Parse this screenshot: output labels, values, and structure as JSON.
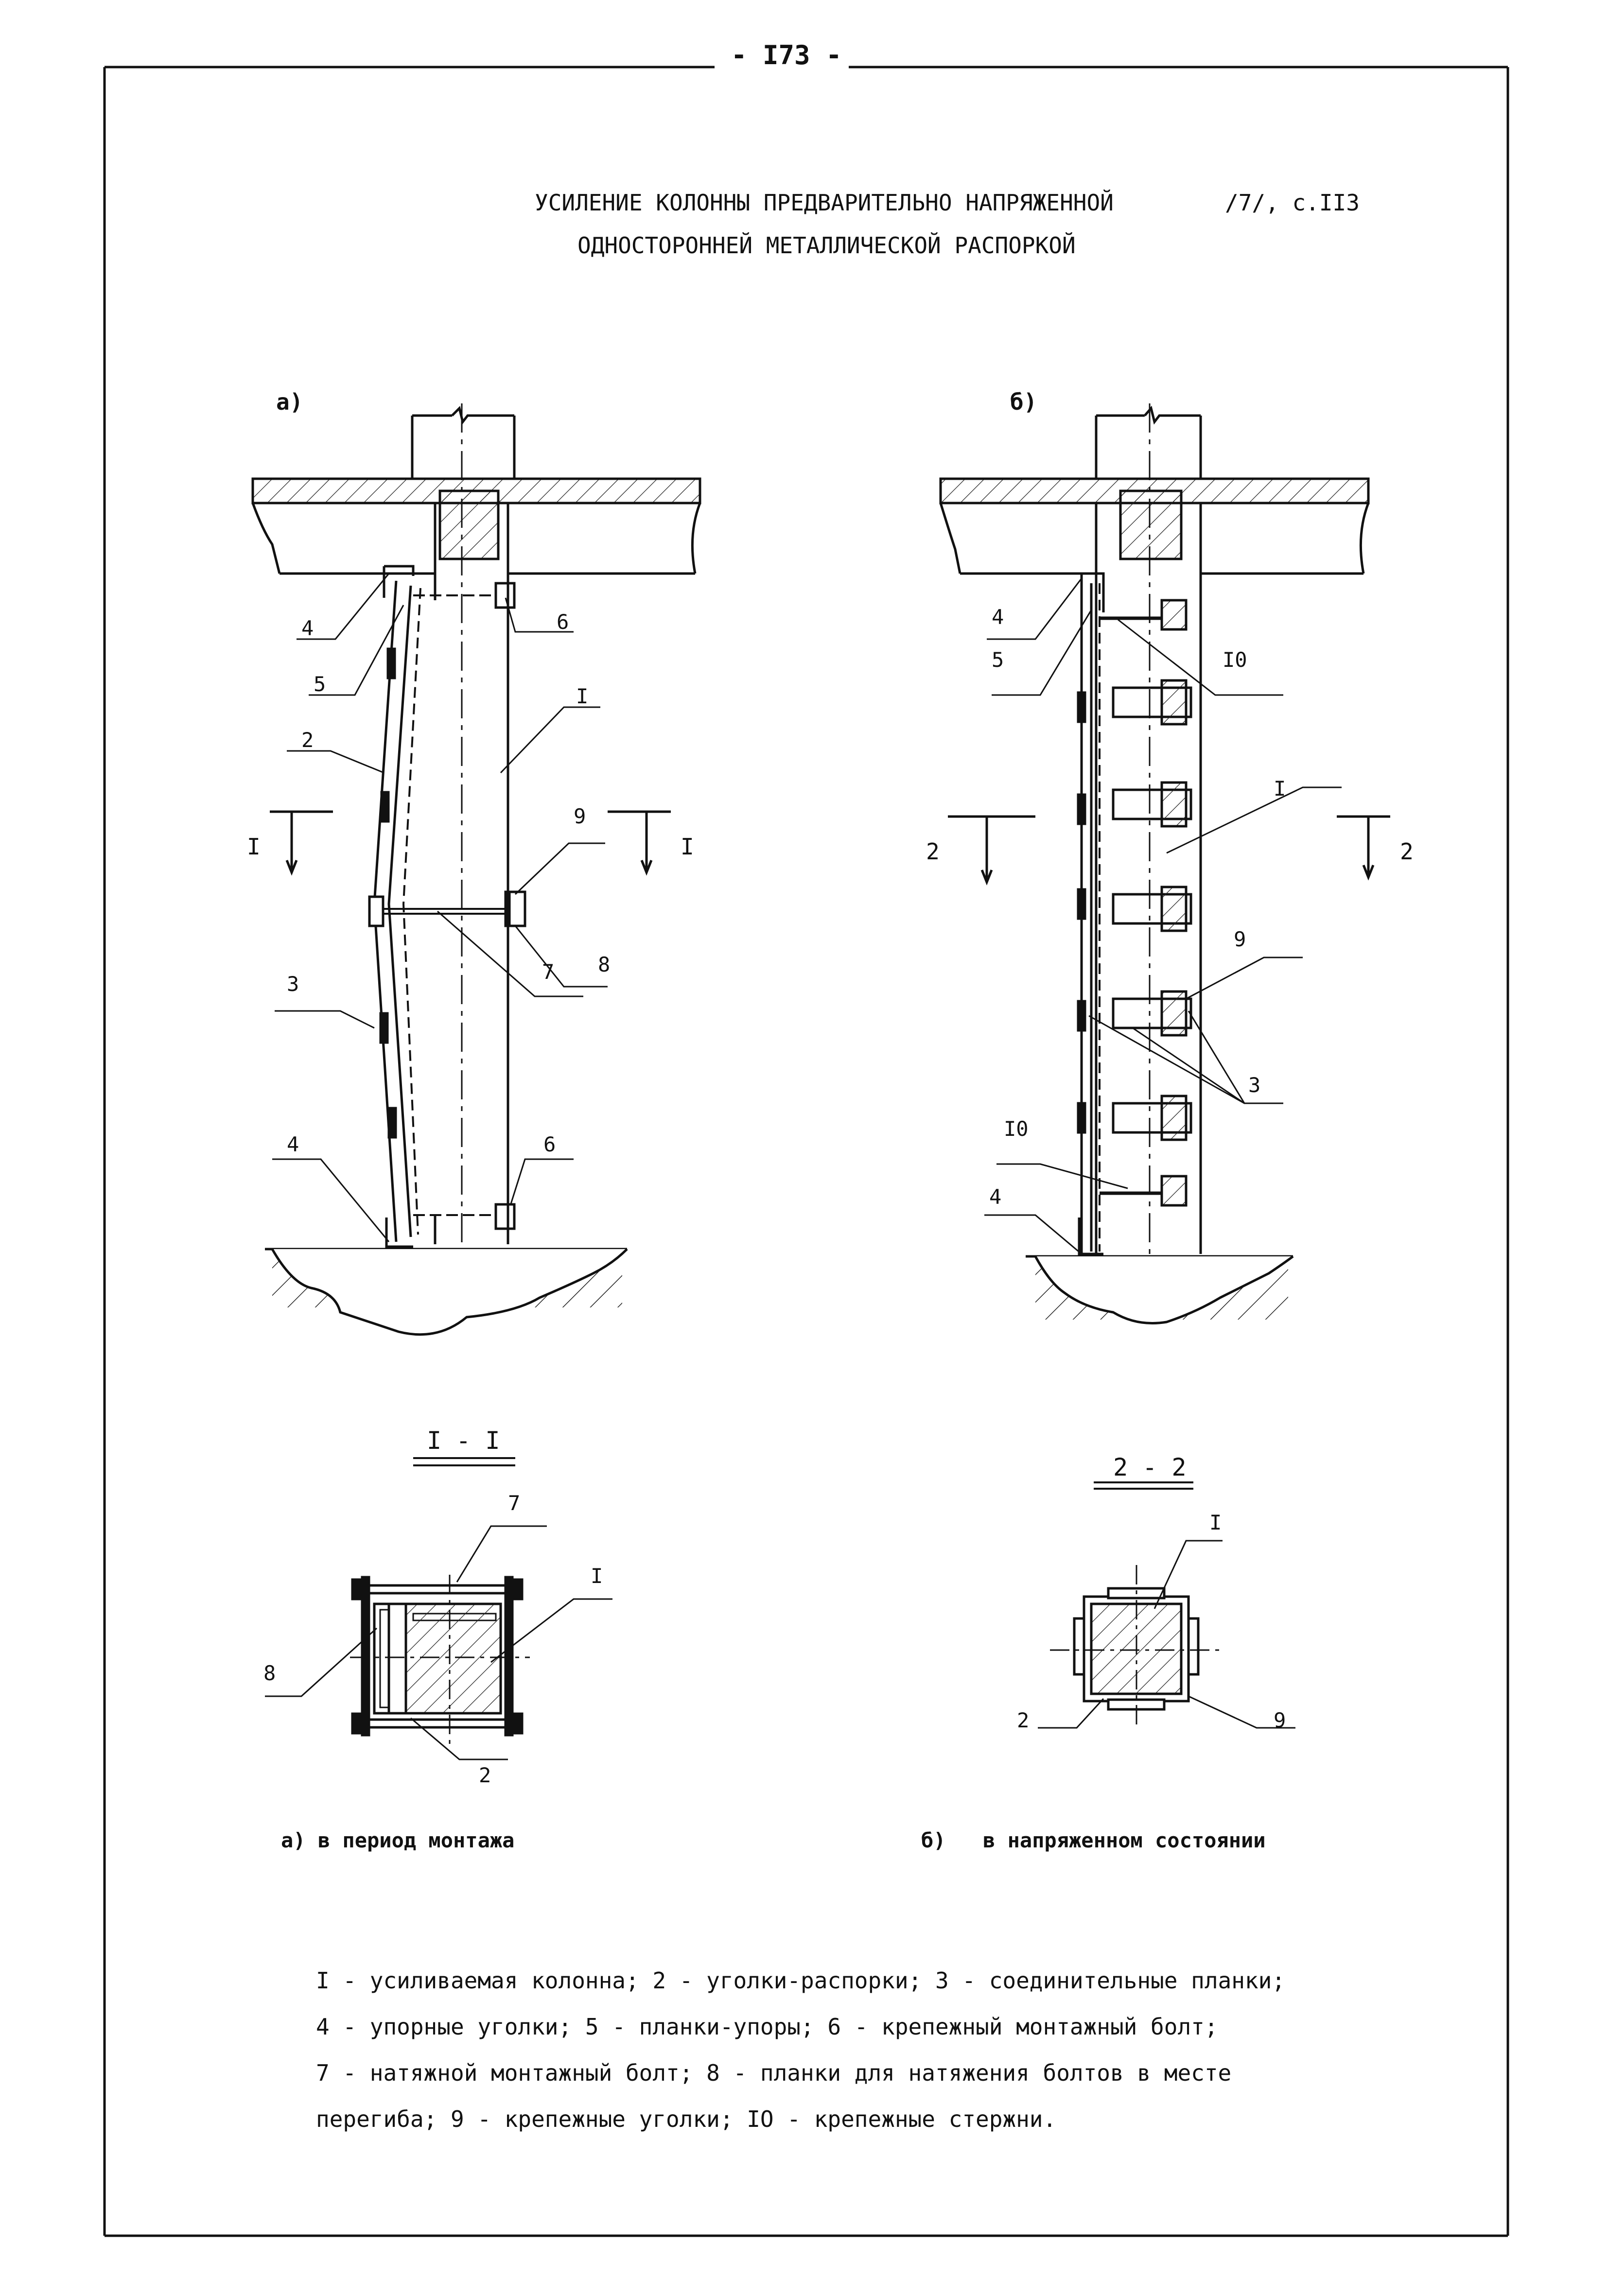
{
  "page_number": "- I73 -",
  "title": {
    "line1": "УСИЛЕНИЕ КОЛОННЫ ПРЕДВАРИТЕЛЬНО НАПРЯЖЕННОЙ",
    "line2": "ОДНОСТОРОННЕЙ МЕТАЛЛИЧЕСКОЙ РАСПОРКОЙ",
    "reference": "/7/, с.II3"
  },
  "figure_a": {
    "label": "а)",
    "section_mark": "I",
    "callouts": {
      "c4_top": "4",
      "c5": "5",
      "c6_top": "6",
      "c1": "I",
      "c2": "2",
      "c9": "9",
      "c7": "7",
      "c8": "8",
      "c3": "3",
      "c6_bottom": "6",
      "c4_bottom": "4"
    }
  },
  "figure_b": {
    "label": "б)",
    "section_mark": "2",
    "callouts": {
      "c4_top": "4",
      "c5": "5",
      "c10_top": "I0",
      "c1": "I",
      "c9": "9",
      "c3": "3",
      "c10_bottom": "I0",
      "c4_bottom": "4"
    }
  },
  "section_1": {
    "title": "I - I",
    "callouts": {
      "c7": "7",
      "c1": "I",
      "c8": "8",
      "c2": "2"
    }
  },
  "section_2": {
    "title": "2 - 2",
    "callouts": {
      "c1": "I",
      "c2": "2",
      "c9": "9"
    }
  },
  "captions": {
    "a": "а) в период монтажа",
    "b_label": "б)",
    "b_text": "в напряженном состоянии"
  },
  "legend": [
    "I - усиливаемая колонна; 2 - уголки-распорки; 3 - соединительные планки;",
    "4 - упорные уголки; 5 - планки-упоры; 6 - крепежный монтажный болт;",
    "7 - натяжной монтажный болт; 8 - планки для натяжения болтов в месте",
    "перегиба; 9 - крепежные уголки; IO - крепежные стержни."
  ]
}
